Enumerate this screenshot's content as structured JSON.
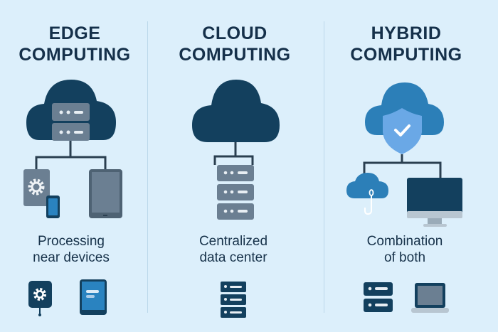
{
  "columns": [
    {
      "title_line1": "EDGE",
      "title_line2": "COMPUTING",
      "desc_line1": "Processing",
      "desc_line2": "near devices"
    },
    {
      "title_line1": "CLOUD",
      "title_line2": "COMPUTING",
      "desc_line1": "Centralized",
      "desc_line2": "data center"
    },
    {
      "title_line1": "HYBRID",
      "title_line2": "COMPUTING",
      "desc_line1": "Combination",
      "desc_line2": "of both"
    }
  ],
  "colors": {
    "background": "#dcefFb",
    "dark": "#13405e",
    "slate": "#6b7f92",
    "blue": "#2c7fb8",
    "light_blue": "#6aa8e6",
    "text": "#17324a"
  }
}
